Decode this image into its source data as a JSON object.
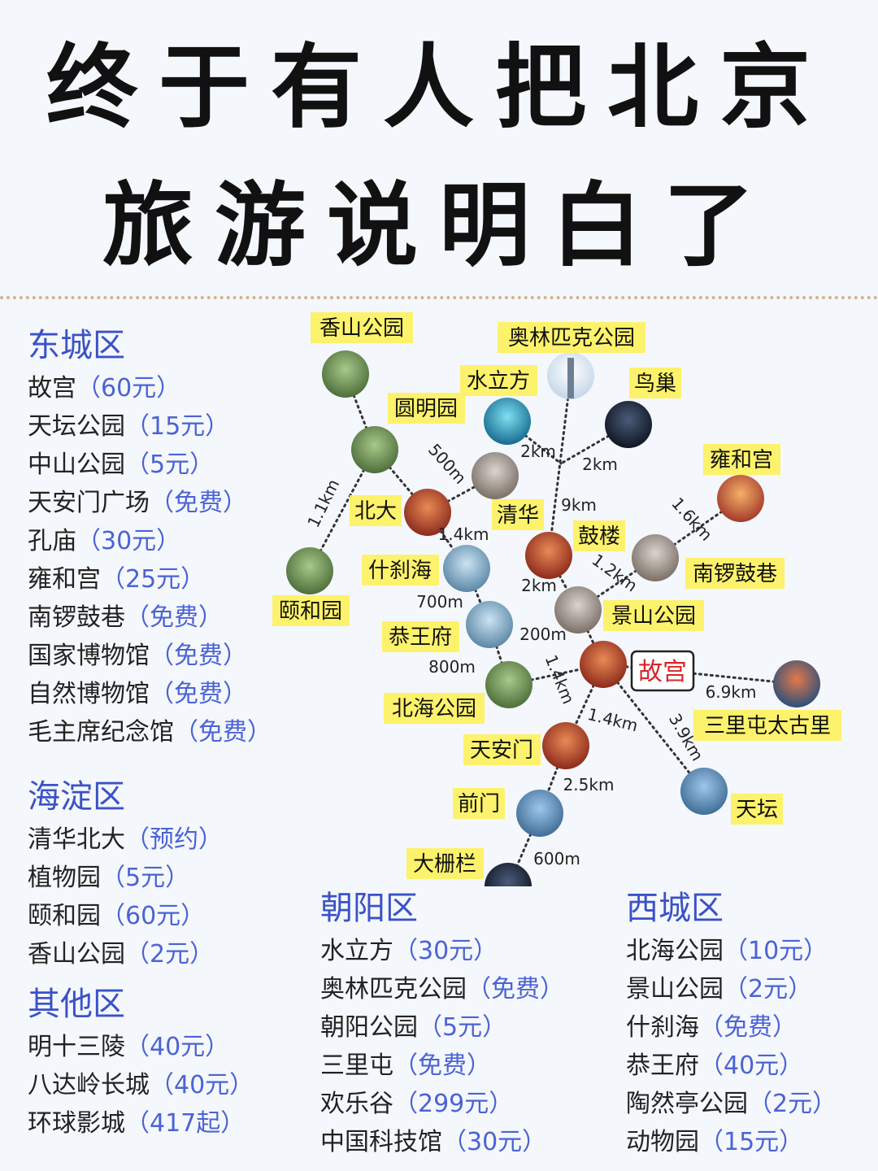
{
  "title": {
    "line1": "终于有人把北京",
    "line2": "旅游说明白了"
  },
  "districts": [
    {
      "name": "东城区",
      "items": [
        {
          "place": "故宫",
          "price": "（60元）"
        },
        {
          "place": "天坛公园",
          "price": "（15元）"
        },
        {
          "place": "中山公园",
          "price": "（5元）"
        },
        {
          "place": "天安门广场",
          "price": "（免费）"
        },
        {
          "place": "孔庙",
          "price": "（30元）"
        },
        {
          "place": "雍和宫",
          "price": "（25元）"
        },
        {
          "place": "南锣鼓巷",
          "price": "（免费）"
        },
        {
          "place": "国家博物馆",
          "price": "（免费）"
        },
        {
          "place": "自然博物馆",
          "price": "（免费）"
        },
        {
          "place": "毛主席纪念馆",
          "price": "（免费）"
        }
      ]
    },
    {
      "name": "海淀区",
      "items": [
        {
          "place": "清华北大",
          "price": "（预约）"
        },
        {
          "place": "植物园",
          "price": "（5元）"
        },
        {
          "place": "颐和园",
          "price": "（60元）"
        },
        {
          "place": "香山公园",
          "price": "（2元）"
        }
      ]
    },
    {
      "name": "其他区",
      "items": [
        {
          "place": "明十三陵",
          "price": "（40元）"
        },
        {
          "place": "八达岭长城",
          "price": "（40元）"
        },
        {
          "place": "环球影城",
          "price": "（417起）"
        }
      ]
    },
    {
      "name": "朝阳区",
      "items": [
        {
          "place": "水立方",
          "price": "（30元）"
        },
        {
          "place": "奥林匹克公园",
          "price": "（免费）"
        },
        {
          "place": "朝阳公园",
          "price": "（5元）"
        },
        {
          "place": "三里屯",
          "price": "（免费）"
        },
        {
          "place": "欢乐谷",
          "price": "（299元）"
        },
        {
          "place": "中国科技馆",
          "price": "（30元）"
        }
      ]
    },
    {
      "name": "西城区",
      "items": [
        {
          "place": "北海公园",
          "price": "（10元）"
        },
        {
          "place": "景山公园",
          "price": "（2元）"
        },
        {
          "place": "什刹海",
          "price": "（免费）"
        },
        {
          "place": "恭王府",
          "price": "（40元）"
        },
        {
          "place": "陶然亭公园",
          "price": "（2元）"
        },
        {
          "place": "动物园",
          "price": "（15元）"
        }
      ]
    }
  ],
  "map": {
    "places": {
      "xiangshan": "香山公园",
      "aolinpike": "奥林匹克公园",
      "shuilifang": "水立方",
      "niaochao": "鸟巢",
      "yuanmingyuan": "圆明园",
      "yonghegong": "雍和宫",
      "beida": "北大",
      "qinghua": "清华",
      "gulou": "鼓楼",
      "nanluoguxiang": "南锣鼓巷",
      "shichahai": "什刹海",
      "yiheyuan": "颐和园",
      "jingshan": "景山公园",
      "gongwangfu": "恭王府",
      "gugong": "故宫",
      "beihai": "北海公园",
      "sanlitun": "三里屯太古里",
      "tiananmen": "天安门",
      "tiantan": "天坛",
      "qianmen": "前门",
      "dashilan": "大栅栏"
    },
    "distances": {
      "yiheyuan_yuanmingyuan": "1.1km",
      "yuanmingyuan_beida": "500m",
      "beida_shichahai": "1.4km",
      "shuilifang_niaochao": "2km",
      "niaochao_olympic": "2km",
      "olympic_gulou": "9km",
      "yonghegong_nanluo": "1.6km",
      "nanluo_jingshan": "1.2km",
      "gulou_jingshan": "2km",
      "shichahai_gongwangfu": "700m",
      "jingshan_gugong": "200m",
      "gongwangfu_beihai": "800m",
      "beihai_gugong": "1.4km",
      "gugong_sanlitun": "6.9km",
      "gugong_tiananmen": "1.4km",
      "gugong_tiantan": "3.9km",
      "tiananmen_qianmen": "2.5km",
      "qianmen_dashilan": "600m"
    }
  }
}
